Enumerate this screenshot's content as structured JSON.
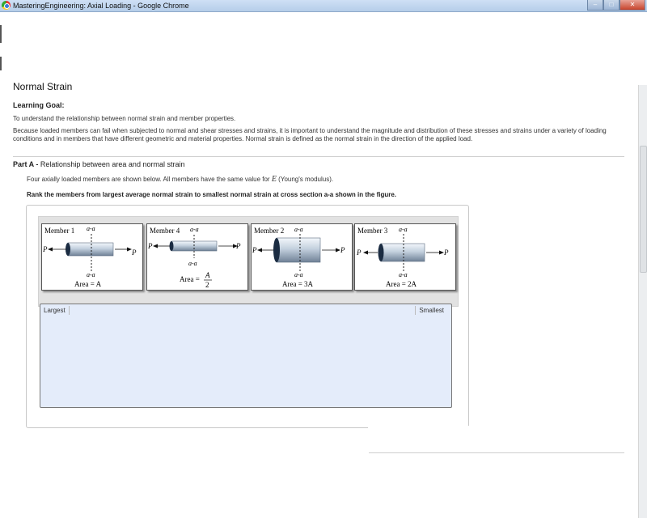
{
  "window": {
    "title": "MasteringEngineering: Axial Loading - Google Chrome"
  },
  "problem": {
    "title": "Normal Strain",
    "learning_goal_label": "Learning Goal:",
    "learning_goal_text": "To understand the relationship between normal strain and member properties.",
    "paragraph": "Because loaded members can fail when subjected to normal and shear stresses and strains, it is important to understand the magnitude and distribution of these stresses and strains under a variety of loading conditions and in members that have different geometric and material properties. Normal strain is defined as the normal strain in the direction of the applied load."
  },
  "part_a": {
    "label": "Part A -",
    "title": "Relationship between area and normal strain",
    "intro_before": "Four axially loaded members are shown below. All members have the same value for",
    "intro_symbol": "E",
    "intro_after": "(Young's modulus).",
    "instruction": "Rank the members from largest average normal strain to smallest normal strain at cross section a-a shown in the figure."
  },
  "members": [
    {
      "name": "Member 1",
      "section": "a-a",
      "load": "P",
      "area": "Area = A"
    },
    {
      "name": "Member 4",
      "section": "a-a",
      "load": "P",
      "area_prefix": "Area =",
      "area_num": "A",
      "area_den": "2"
    },
    {
      "name": "Member 2",
      "section": "a-a",
      "load": "P",
      "area": "Area = 3A"
    },
    {
      "name": "Member 3",
      "section": "a-a",
      "load": "P",
      "area": "Area = 2A"
    }
  ],
  "ranking": {
    "largest_label": "Largest",
    "smallest_label": "Smallest"
  },
  "colors": {
    "titlebar": "#c3d7ef",
    "rank_area": "#e4ecfa",
    "card_row": "#e2e2e2"
  }
}
